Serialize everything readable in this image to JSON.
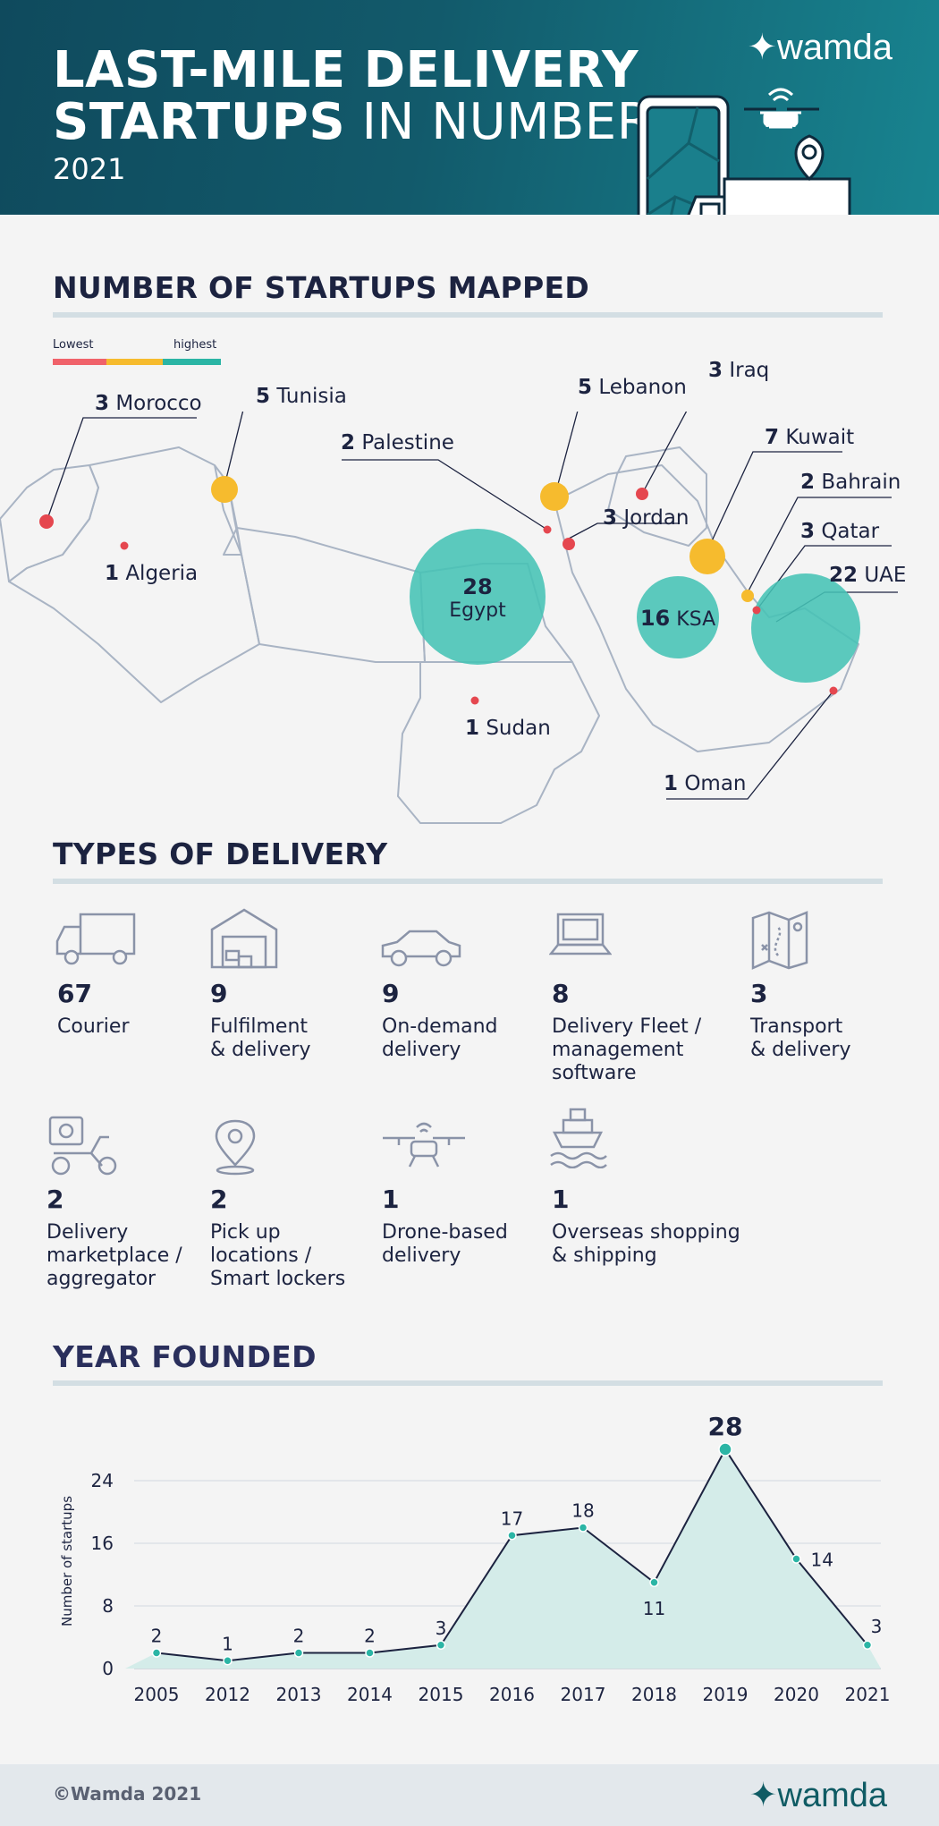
{
  "header": {
    "title_line1": "LAST-MILE DELIVERY",
    "title_line2_bold": "STARTUPS",
    "title_line2_rest": " IN NUMBERS",
    "year": "2021",
    "brand": "✦wamda"
  },
  "map_section": {
    "title": "NUMBER OF STARTUPS MAPPED",
    "legend_low": "Lowest",
    "legend_high": "highest",
    "colors": {
      "low": "#f0626a",
      "mid": "#f6bb2e",
      "high": "#45c3b5"
    },
    "countries": [
      {
        "name": "Morocco",
        "count": "3"
      },
      {
        "name": "Tunisia",
        "count": "5"
      },
      {
        "name": "Algeria",
        "count": "1"
      },
      {
        "name": "Palestine",
        "count": "2"
      },
      {
        "name": "Lebanon",
        "count": "5"
      },
      {
        "name": "Iraq",
        "count": "3"
      },
      {
        "name": "Jordan",
        "count": "3"
      },
      {
        "name": "Kuwait",
        "count": "7"
      },
      {
        "name": "Bahrain",
        "count": "2"
      },
      {
        "name": "Qatar",
        "count": "3"
      },
      {
        "name": "UAE",
        "count": "22"
      },
      {
        "name": "Egypt",
        "count": "28"
      },
      {
        "name": "KSA",
        "count": "16"
      },
      {
        "name": "Sudan",
        "count": "1"
      },
      {
        "name": "Oman",
        "count": "1"
      }
    ]
  },
  "types_section": {
    "title": "TYPES OF DELIVERY",
    "items": [
      {
        "count": "67",
        "label_lines": [
          "Courier"
        ],
        "icon": "truck-icon"
      },
      {
        "count": "9",
        "label_lines": [
          "Fulfilment",
          "& delivery"
        ],
        "icon": "warehouse-icon"
      },
      {
        "count": "9",
        "label_lines": [
          "On-demand",
          "delivery"
        ],
        "icon": "car-icon"
      },
      {
        "count": "8",
        "label_lines": [
          "Delivery Fleet /",
          "management",
          "software"
        ],
        "icon": "laptop-icon"
      },
      {
        "count": "3",
        "label_lines": [
          "Transport",
          "& delivery"
        ],
        "icon": "map-icon"
      },
      {
        "count": "2",
        "label_lines": [
          "Delivery",
          "marketplace /",
          "aggregator"
        ],
        "icon": "scooter-icon"
      },
      {
        "count": "2",
        "label_lines": [
          "Pick up",
          "locations /",
          "Smart lockers"
        ],
        "icon": "location-pin-icon"
      },
      {
        "count": "1",
        "label_lines": [
          "Drone-based",
          "delivery"
        ],
        "icon": "drone-icon"
      },
      {
        "count": "1",
        "label_lines": [
          "Overseas shopping",
          "& shipping"
        ],
        "icon": "ship-icon"
      }
    ]
  },
  "year_section": {
    "title": "YEAR FOUNDED"
  },
  "chart_data": {
    "type": "area",
    "ylabel": "Number of startups",
    "categories": [
      "2005",
      "2012",
      "2013",
      "2014",
      "2015",
      "2016",
      "2017",
      "2018",
      "2019",
      "2020",
      "2021"
    ],
    "values": [
      2,
      1,
      2,
      2,
      3,
      17,
      18,
      11,
      28,
      14,
      3
    ],
    "yticks": [
      0,
      8,
      16,
      24
    ],
    "ylim": [
      0,
      30
    ],
    "grid": true,
    "line_color": "#1c2340",
    "marker_color": "#2bb5a5",
    "fill_color": "#d4ece9",
    "highlight_max": true
  },
  "footer": {
    "copyright": "©Wamda 2021",
    "brand": "✦wamda"
  }
}
